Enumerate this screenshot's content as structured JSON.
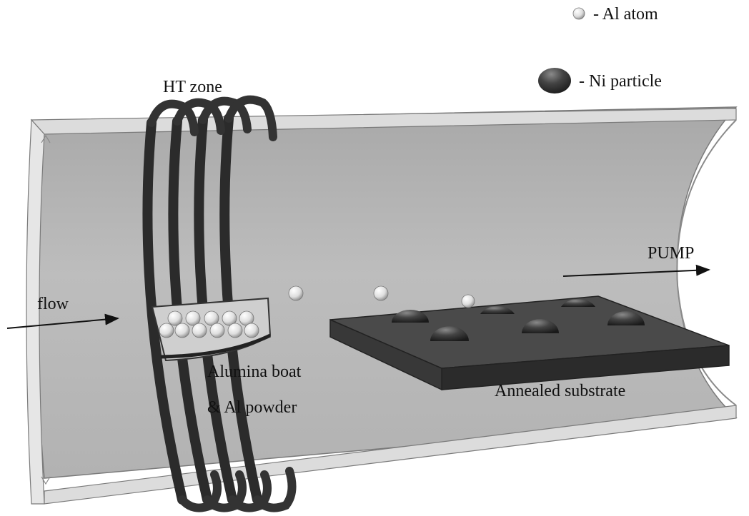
{
  "labels": {
    "ht_zone": "HT zone",
    "flow": "flow",
    "pump": "PUMP",
    "boat_line1": "Alumina boat",
    "boat_line2": "& Al powder",
    "substrate": "Annealed substrate"
  },
  "legend": {
    "al_atom": "- Al atom",
    "ni_particle": "- Ni particle"
  },
  "colors": {
    "tube_face": "#b0b0b0",
    "tube_wall": "#d2d2d2",
    "coil": "#333333",
    "substrate_top": "#4a4a4a",
    "substrate_side": "#2b2b2b",
    "ni_particle": "#3a3a3a",
    "al_atom": "#f2f2f2"
  }
}
